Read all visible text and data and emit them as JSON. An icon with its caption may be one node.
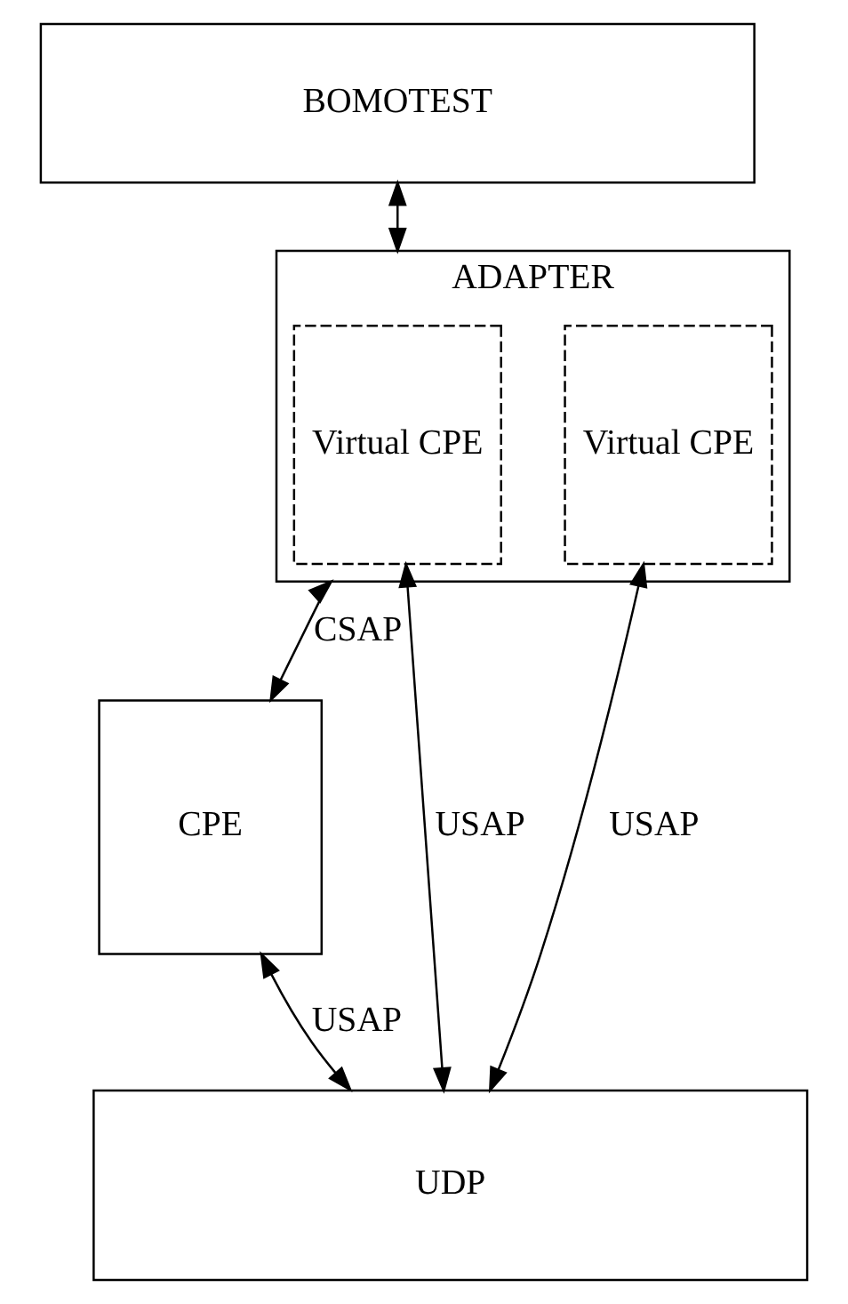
{
  "diagram": {
    "nodes": [
      {
        "text": [
          "BOMOTEST"
        ]
      },
      {
        "text": [
          "ADAPTER"
        ]
      },
      {
        "text": [
          "CPE"
        ]
      },
      {
        "text": [
          "Virtual CPE"
        ],
        "in": 1
      },
      {
        "text": [
          "Virtual CPE"
        ],
        "in": 1
      },
      {
        "text": [
          "UDP"
        ]
      }
    ],
    "edges": [
      {
        "from": 0,
        "to": 1,
        "arrow": "both"
      },
      {
        "from": 1,
        "to": 2,
        "arrow": "both",
        "label": "CSAP"
      },
      {
        "from": 2,
        "to": 5,
        "arrow": "both",
        "label": "USAP"
      },
      {
        "from": 3,
        "to": 5,
        "arrow": "both",
        "label": "USAP"
      },
      {
        "from": 4,
        "to": 5,
        "arrow": "both",
        "label": "USAP"
      }
    ]
  }
}
